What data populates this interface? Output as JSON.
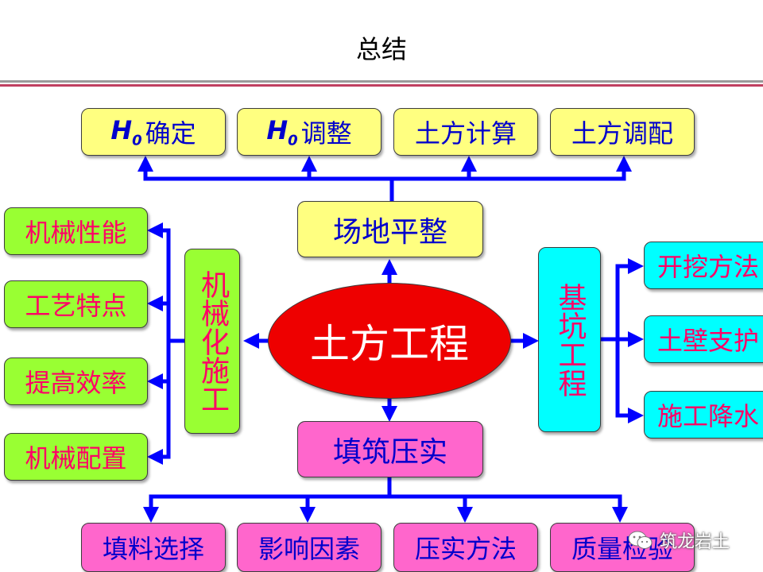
{
  "title": "总结",
  "top_row": [
    {
      "prefix": "H",
      "sub": "0",
      "label": "确定"
    },
    {
      "prefix": "H",
      "sub": "0",
      "label": "调整"
    },
    {
      "label": "土方计算"
    },
    {
      "label": "土方调配"
    }
  ],
  "site_leveling": "场地平整",
  "center": "土方工程",
  "fill_compaction": "填筑压实",
  "mechanized": "机械化施工",
  "left_items": [
    "机械性能",
    "工艺特点",
    "提高效率",
    "机械配置"
  ],
  "foundation_pit": "基坑工程",
  "right_items": [
    "开挖方法",
    "土壁支护",
    "施工降水"
  ],
  "bottom_row": [
    "填料选择",
    "影响因素",
    "压实方法",
    "质量检验"
  ],
  "watermark": "筑龙岩土",
  "colors": {
    "yellow_box": "#ffff80",
    "green_box": "#99ff33",
    "pink_box": "#ff66cc",
    "cyan_box": "#00ffff",
    "center_fill": "#ee0000",
    "connector": "#0000ff",
    "blue_text": "#0000cc",
    "red_text": "#ff0066"
  }
}
